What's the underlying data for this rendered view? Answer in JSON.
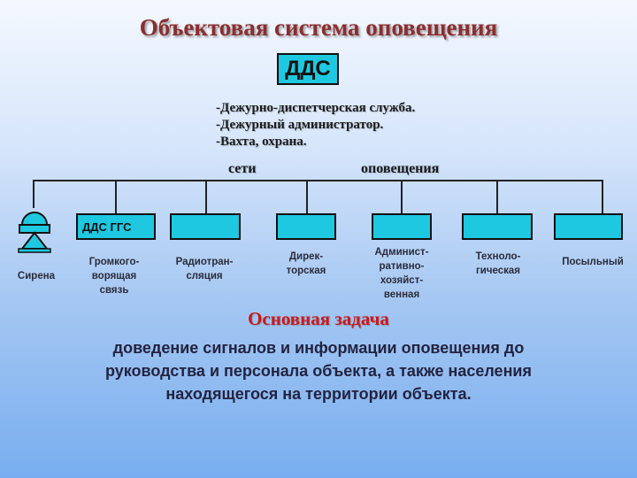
{
  "title": "Объектовая система оповещения",
  "dds": {
    "label": "ДДС",
    "lines": [
      "-Дежурно-диспетчерская служба.",
      "-Дежурный администратор.",
      "-Вахта, охрана."
    ]
  },
  "network": {
    "left_word": "сети",
    "right_word": "оповещения"
  },
  "box_ggs_label": "ДДС ГГС",
  "captions": {
    "siren": [
      "Сирена"
    ],
    "loudspeaker": [
      "Громкого-",
      "ворящая",
      "связь"
    ],
    "radio": [
      "Радиотран-",
      "сляция"
    ],
    "director": [
      "Дирек-",
      "торская"
    ],
    "admin": [
      "Админист-",
      "ративно-",
      "хозяйст-",
      "венная"
    ],
    "tech": [
      "Техноло-",
      "гическая"
    ],
    "courier": [
      "Посыльный"
    ]
  },
  "colors": {
    "box_fill": "#1ec8e0",
    "title": "#8b2e2e",
    "task_title": "#cc1818"
  },
  "task": {
    "title": "Основная задача",
    "lines": [
      "доведение  сигналов  и информации оповещения до",
      "руководства и персонала объекта, а также населения",
      "находящегося на территории объекта."
    ]
  }
}
